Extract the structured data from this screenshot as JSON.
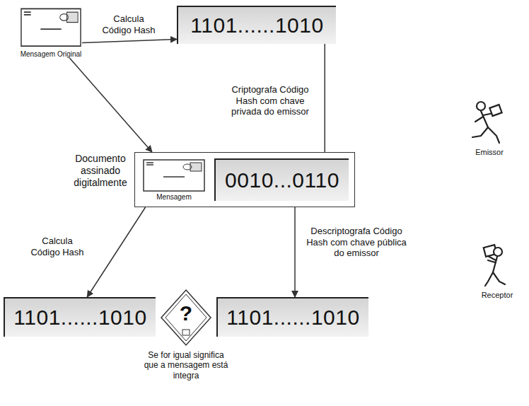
{
  "diagram": {
    "nodes": [
      {
        "text": [
          "Mensagem Original"
        ]
      },
      {
        "text": [
          "1101......1010"
        ]
      },
      {
        "text": [
          "Documento assinado digitalmente"
        ]
      },
      {
        "text": [
          "Mensagem"
        ],
        "in": 2
      },
      {
        "text": [
          "0010...0110"
        ],
        "in": 2
      },
      {
        "text": [
          "1101......1010"
        ]
      },
      {
        "text": [
          "?"
        ]
      },
      {
        "text": [
          "1101......1010"
        ]
      }
    ],
    "edges": [
      {
        "from": 0,
        "to": 1,
        "label": "Calcula Código Hash",
        "arrow": "to"
      },
      {
        "from": 0,
        "to": 2,
        "arrow": "to"
      },
      {
        "from": 1,
        "to": 4,
        "label": "Criptografa Código Hash com chave privada do emissor",
        "arrow": "to"
      },
      {
        "from": 4,
        "to": 7,
        "label": "Descriptografa Código Hash com chave pública do emissor",
        "arrow": "to"
      },
      {
        "from": 2,
        "to": 5,
        "label": "Calcula Código Hash",
        "arrow": "to"
      }
    ],
    "labels": [
      "Emissor",
      "Receptor",
      "Se for igual significa que a mensagem está integra"
    ]
  }
}
